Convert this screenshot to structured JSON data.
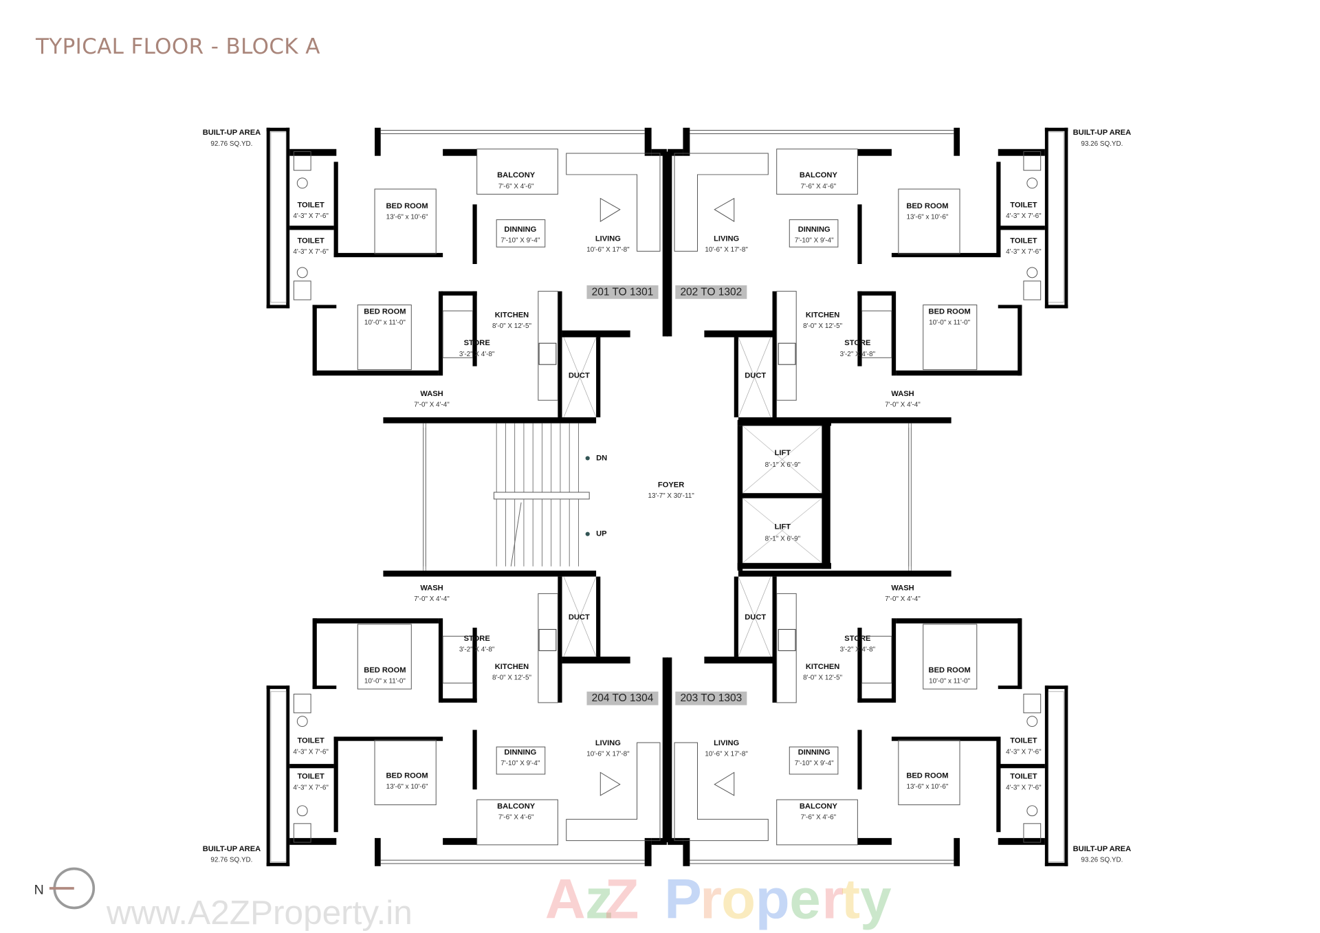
{
  "title": "TYPICAL FLOOR - BLOCK A",
  "watermark": {
    "logo": "AzZ Property",
    "url": "www.A2ZProperty.in"
  },
  "compass": {
    "label": "N"
  },
  "colors": {
    "title": "#a9857a",
    "walls": "#000000",
    "unit_tag_bg": "#bdbdbd",
    "compass_ring": "#9a9a9a",
    "compass_needle": "#b08a80"
  },
  "units": [
    {
      "tag": "201 TO 1301",
      "built_up_label": "BUILT-UP AREA",
      "built_up_value": "92.76 SQ.YD.",
      "rooms": [
        {
          "name": "BALCONY",
          "dims": "7'-6\" X 4'-6\""
        },
        {
          "name": "BED ROOM",
          "dims": "13'-6\" x 10'-6\""
        },
        {
          "name": "TOILET",
          "dims": "4'-3\" X 7'-6\""
        },
        {
          "name": "TOILET",
          "dims": "4'-3\" X 7'-6\""
        },
        {
          "name": "DINNING",
          "dims": "7'-10\" X 9'-4\""
        },
        {
          "name": "LIVING",
          "dims": "10'-6\" X 17'-8\""
        },
        {
          "name": "BED ROOM",
          "dims": "10'-0\" x 11'-0\""
        },
        {
          "name": "KITCHEN",
          "dims": "8'-0\" X 12'-5\""
        },
        {
          "name": "STORE",
          "dims": "3'-2\" X 4'-8\""
        },
        {
          "name": "DUCT",
          "dims": ""
        },
        {
          "name": "WASH",
          "dims": "7'-0\" X 4'-4\""
        }
      ]
    },
    {
      "tag": "202 TO 1302",
      "built_up_label": "BUILT-UP AREA",
      "built_up_value": "93.26 SQ.YD.",
      "rooms": [
        {
          "name": "BALCONY",
          "dims": "7'-6\" X 4'-6\""
        },
        {
          "name": "BED ROOM",
          "dims": "13'-6\" x 10'-6\""
        },
        {
          "name": "TOILET",
          "dims": "4'-3\" X 7'-6\""
        },
        {
          "name": "TOILET",
          "dims": "4'-3\" X 7'-6\""
        },
        {
          "name": "DINNING",
          "dims": "7'-10\" X 9'-4\""
        },
        {
          "name": "LIVING",
          "dims": "10'-6\" X 17'-8\""
        },
        {
          "name": "BED ROOM",
          "dims": "10'-0\" x 11'-0\""
        },
        {
          "name": "KITCHEN",
          "dims": "8'-0\" X 12'-5\""
        },
        {
          "name": "STORE",
          "dims": "3'-2\" X 4'-8\""
        },
        {
          "name": "DUCT",
          "dims": ""
        },
        {
          "name": "WASH",
          "dims": "7'-0\" X 4'-4\""
        }
      ]
    },
    {
      "tag": "204 TO 1304",
      "built_up_label": "BUILT-UP AREA",
      "built_up_value": "92.76 SQ.YD.",
      "rooms": [
        {
          "name": "BALCONY",
          "dims": "7'-6\" X 4'-6\""
        },
        {
          "name": "BED ROOM",
          "dims": "13'-6\" x 10'-6\""
        },
        {
          "name": "TOILET",
          "dims": "4'-3\" X 7'-6\""
        },
        {
          "name": "TOILET",
          "dims": "4'-3\" X 7'-6\""
        },
        {
          "name": "DINNING",
          "dims": "7'-10\" X 9'-4\""
        },
        {
          "name": "LIVING",
          "dims": "10'-6\" X 17'-8\""
        },
        {
          "name": "BED ROOM",
          "dims": "10'-0\" x 11'-0\""
        },
        {
          "name": "KITCHEN",
          "dims": "8'-0\" X 12'-5\""
        },
        {
          "name": "STORE",
          "dims": "3'-2\" X 4'-8\""
        },
        {
          "name": "DUCT",
          "dims": ""
        },
        {
          "name": "WASH",
          "dims": "7'-0\" X 4'-4\""
        }
      ]
    },
    {
      "tag": "203 TO 1303",
      "built_up_label": "BUILT-UP AREA",
      "built_up_value": "93.26 SQ.YD.",
      "rooms": [
        {
          "name": "BALCONY",
          "dims": "7'-6\" X 4'-6\""
        },
        {
          "name": "BED ROOM",
          "dims": "13'-6\" x 10'-6\""
        },
        {
          "name": "TOILET",
          "dims": "4'-3\" X 7'-6\""
        },
        {
          "name": "TOILET",
          "dims": "4'-3\" X 7'-6\""
        },
        {
          "name": "DINNING",
          "dims": "7'-10\" X 9'-4\""
        },
        {
          "name": "LIVING",
          "dims": "10'-6\" X 17'-8\""
        },
        {
          "name": "BED ROOM",
          "dims": "10'-0\" x 11'-0\""
        },
        {
          "name": "KITCHEN",
          "dims": "8'-0\" X 12'-5\""
        },
        {
          "name": "STORE",
          "dims": "3'-2\" X 4'-8\""
        },
        {
          "name": "DUCT",
          "dims": ""
        },
        {
          "name": "WASH",
          "dims": "7'-0\" X 4'-4\""
        }
      ]
    }
  ],
  "common": {
    "foyer": {
      "name": "FOYER",
      "dims": "13'-7\" X 30'-11\""
    },
    "lifts": [
      {
        "name": "LIFT",
        "dims": "8'-1\" X 6'-9\""
      },
      {
        "name": "LIFT",
        "dims": "8'-1\" X 6'-9\""
      }
    ],
    "stair": {
      "down": "DN",
      "up": "UP"
    }
  }
}
